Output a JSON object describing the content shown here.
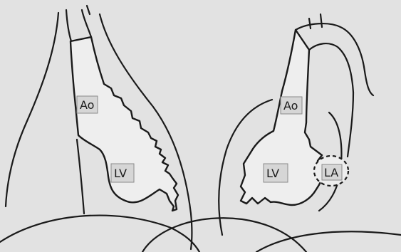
{
  "background_color": "#e2e2e2",
  "line_color": "#1a1a1a",
  "panels": [
    {
      "labels": {
        "aorta": "Ao",
        "left_ventricle": "LV"
      }
    },
    {
      "labels": {
        "aorta": "Ao",
        "left_ventricle": "LV",
        "left_atrium": "LA"
      }
    }
  ]
}
